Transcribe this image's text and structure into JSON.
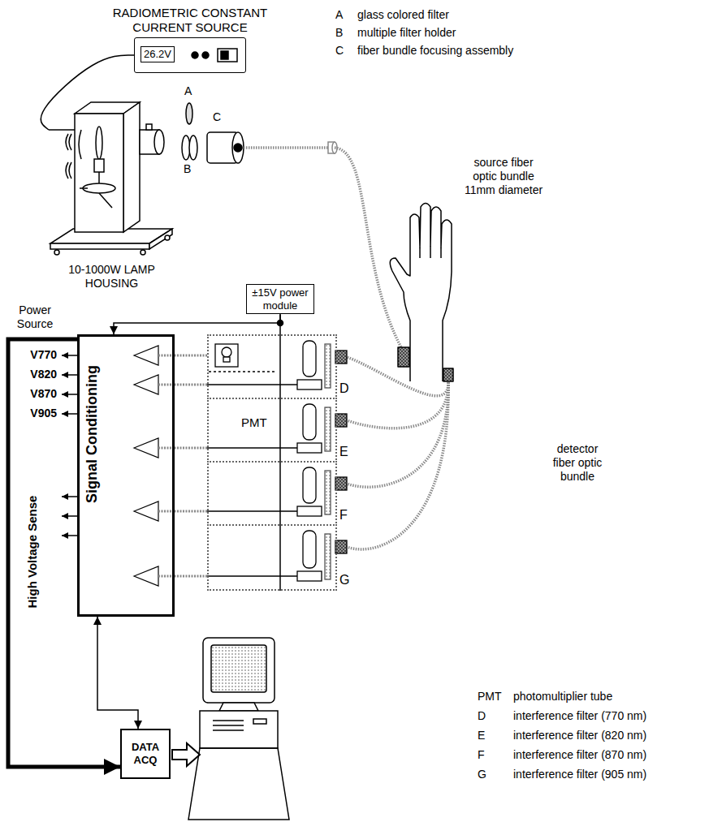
{
  "diagram": {
    "nodes": [
      {
        "text": [
          "RADIOMETRIC CONSTANT CURRENT SOURCE",
          "26.2V"
        ]
      },
      {
        "text": [
          "10-1000W LAMP HOUSING"
        ]
      },
      {
        "text": [
          "±15V power module"
        ]
      },
      {
        "text": [
          "Signal Conditioning"
        ]
      },
      {
        "text": [
          "D"
        ]
      },
      {
        "text": [
          "PMT",
          "E"
        ]
      },
      {
        "text": [
          "F"
        ]
      },
      {
        "text": [
          "G"
        ]
      },
      {
        "text": [
          "DATA ACQ"
        ]
      }
    ],
    "edges": [
      {
        "from": 0,
        "to": 1,
        "arrow": "none"
      },
      {
        "from": 2,
        "to": 3,
        "arrow": "to"
      },
      {
        "from": 2,
        "to": 4,
        "arrow": "none"
      },
      {
        "from": 4,
        "to": 3,
        "arrow": "none"
      },
      {
        "from": 4,
        "to": 3,
        "arrow": "none"
      },
      {
        "from": 5,
        "to": 3,
        "arrow": "none"
      },
      {
        "from": 6,
        "to": 3,
        "arrow": "none"
      },
      {
        "from": 7,
        "to": 3,
        "arrow": "none"
      },
      {
        "from": 3,
        "to": 8,
        "arrow": "both"
      },
      {
        "from": 3,
        "to": 8,
        "arrow": "to"
      }
    ],
    "labels": [
      "A",
      "glass colored filter",
      "B",
      "multiple filter holder",
      "C",
      "fiber bundle focusing assembly",
      "A",
      "B",
      "C",
      "source fiber optic bundle 11mm diameter",
      "Power Source",
      "V770",
      "V820",
      "V870",
      "V905",
      "High Voltage Sense",
      "detector fiber optic bundle",
      "PMT",
      "photomultiplier tube",
      "D",
      "interference filter (770 nm)",
      "E",
      "interference filter (820 nm)",
      "F",
      "interference filter (870 nm)",
      "G",
      "interference filter (905 nm)"
    ]
  }
}
